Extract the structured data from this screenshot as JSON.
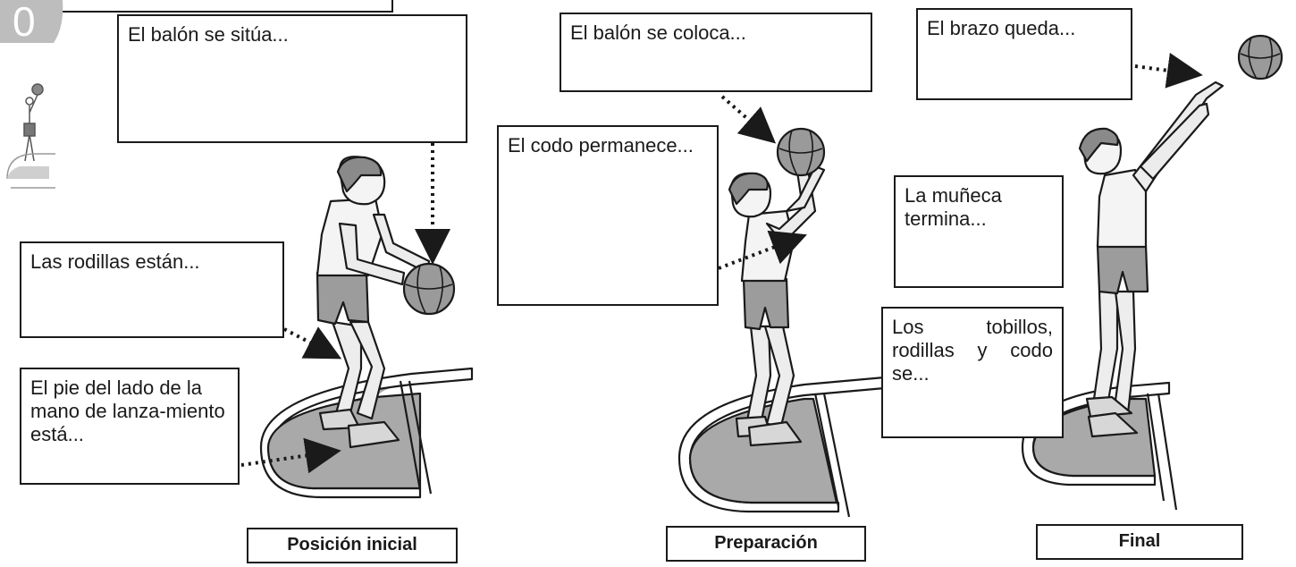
{
  "boxes": {
    "ball_initial": "El balón se sitúa...",
    "knees": "Las rodillas están...",
    "foot": "El pie del lado de la mano de lanza-miento está...",
    "ball_prep": "El balón se coloca...",
    "elbow": "El codo permanece...",
    "arm": "El brazo queda...",
    "wrist": "La muñeca termina...",
    "ankles": "Los tobillos, rodillas y codo se..."
  },
  "captions": {
    "initial": "Posición inicial",
    "prep": "Preparación",
    "final": "Final"
  },
  "colors": {
    "ink": "#1a1a1a",
    "court": "#a9a9a9",
    "ball": "#9a9a9a",
    "skin": "#e8e8e8"
  }
}
